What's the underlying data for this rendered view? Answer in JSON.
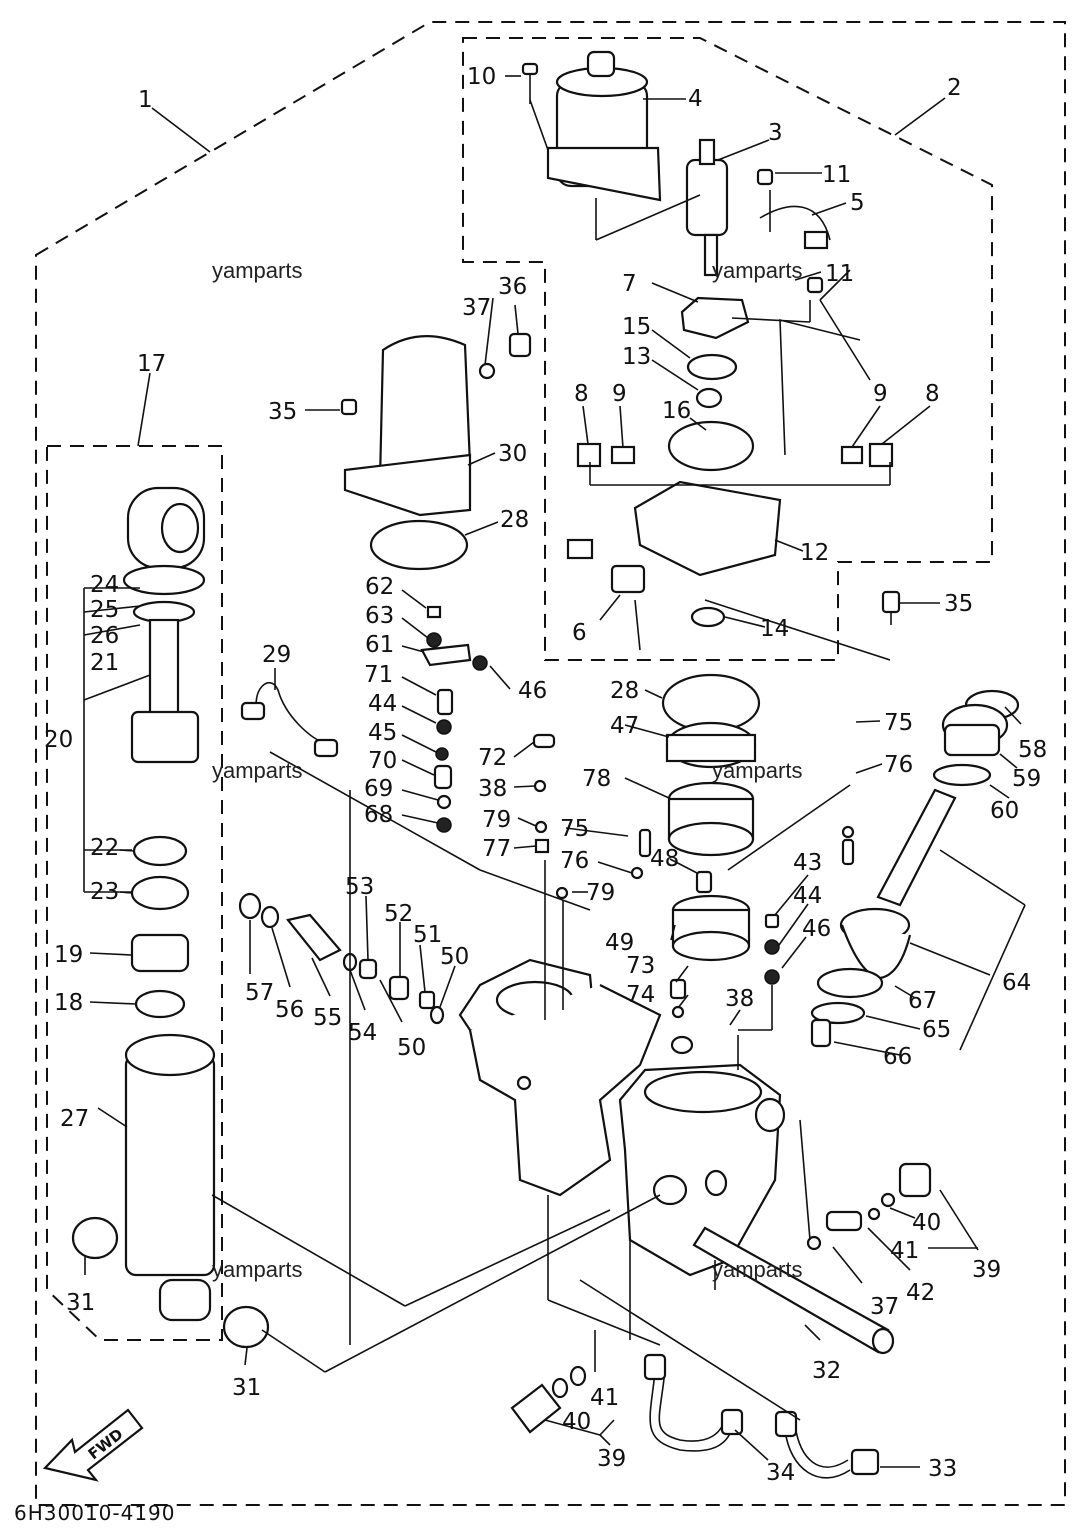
{
  "diagram": {
    "code": "6H30010-4190",
    "fwd_label": "FWD",
    "watermark": "yamparts",
    "callouts": [
      "1",
      "2",
      "3",
      "4",
      "5",
      "6",
      "7",
      "8",
      "8",
      "9",
      "9",
      "10",
      "11",
      "11",
      "12",
      "13",
      "14",
      "15",
      "16",
      "17",
      "18",
      "19",
      "20",
      "21",
      "22",
      "23",
      "24",
      "25",
      "26",
      "27",
      "28",
      "28",
      "29",
      "30",
      "31",
      "31",
      "32",
      "33",
      "34",
      "35",
      "35",
      "36",
      "37",
      "37",
      "38",
      "38",
      "39",
      "39",
      "40",
      "40",
      "41",
      "41",
      "42",
      "43",
      "44",
      "44",
      "45",
      "46",
      "46",
      "47",
      "48",
      "49",
      "50",
      "50",
      "51",
      "52",
      "53",
      "54",
      "55",
      "56",
      "57",
      "58",
      "59",
      "60",
      "61",
      "62",
      "63",
      "64",
      "65",
      "66",
      "67",
      "68",
      "69",
      "70",
      "71",
      "72",
      "73",
      "74",
      "75",
      "75",
      "76",
      "76",
      "77",
      "78",
      "79",
      "79"
    ]
  }
}
